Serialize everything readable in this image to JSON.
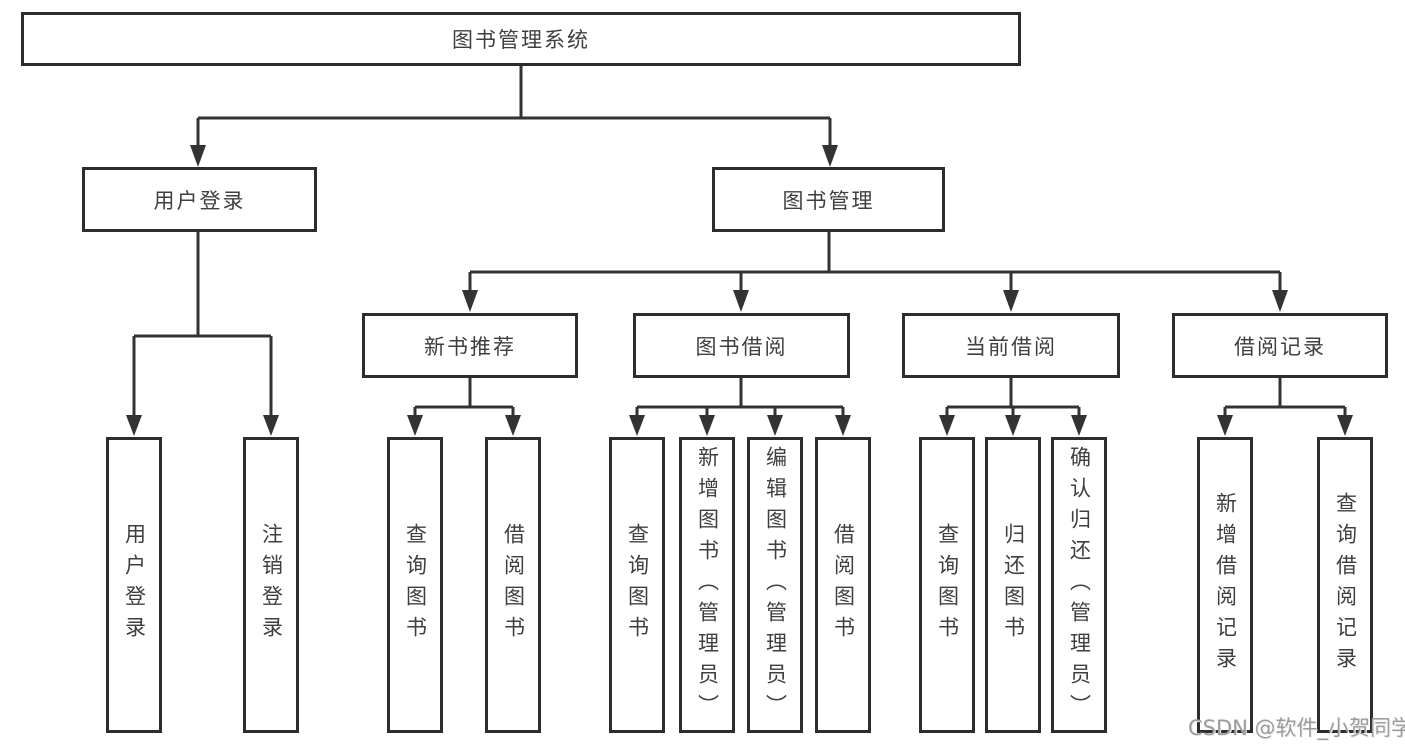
{
  "diagram_title": "图书管理系统",
  "nodes": {
    "root": "图书管理系统",
    "user_login": "用户登录",
    "book_mgmt": "图书管理",
    "new_book_rec": "新书推荐",
    "book_borrow": "图书借阅",
    "current_borrow": "当前借阅",
    "borrow_record": "借阅记录",
    "leaf_user_login": "用户登录",
    "leaf_logout": "注销登录",
    "leaf_query_book_nb": "查询图书",
    "leaf_borrow_book_nb": "借阅图书",
    "leaf_query_book_bb": "查询图书",
    "leaf_add_book_admin": "新增图书（管理员）",
    "leaf_edit_book_admin": "编辑图书（管理员）",
    "leaf_borrow_book_bb": "借阅图书",
    "leaf_query_book_cb": "查询图书",
    "leaf_return_book": "归还图书",
    "leaf_confirm_return_admin": "确认归还（管理员）",
    "leaf_add_borrow_record": "新增借阅记录",
    "leaf_query_borrow_record": "查询借阅记录"
  },
  "watermark": "CSDN @软件_小贺同学",
  "colors": {
    "line": "#333333",
    "box_border": "#2d2d2d",
    "text": "#3f3f3f",
    "watermark": "#9c9c9c",
    "background": "#ffffff"
  }
}
